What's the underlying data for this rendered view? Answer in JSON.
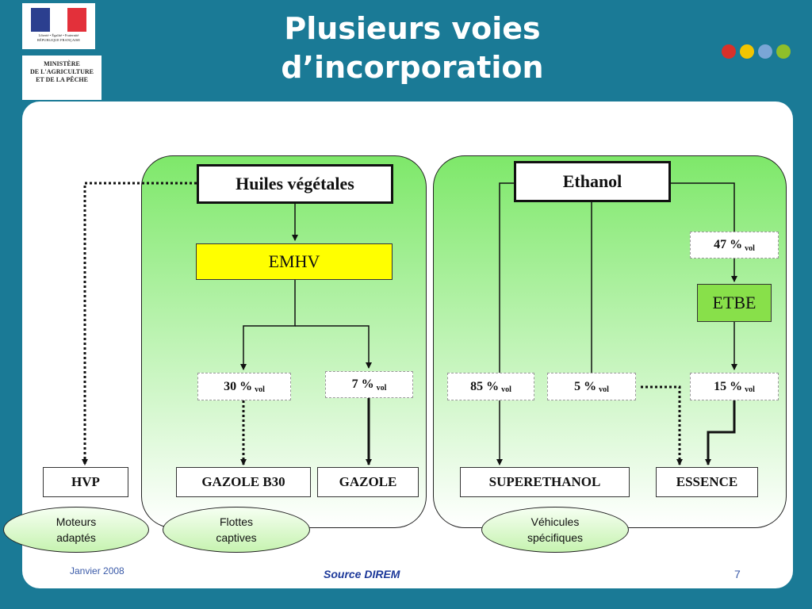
{
  "header": {
    "title": "Plusieurs voies d’incorporation",
    "logo_motto": "Liberté • Égalité • Fraternité",
    "logo_republic": "RÉPUBLIQUE FRANÇAISE",
    "ministry": "MINISTÈRE\nDE L'AGRICULTURE\nET DE LA PÊCHE",
    "dot_colors": [
      "#d9312a",
      "#f2c500",
      "#7aa6d6",
      "#8fbf2a"
    ]
  },
  "diagram": {
    "sources": {
      "huiles": "Huiles végétales",
      "ethanol": "Ethanol"
    },
    "intermediates": {
      "emhv": "EMHV",
      "etbe": "ETBE"
    },
    "ratios": {
      "etbe_in": {
        "value": "47 %",
        "unit": "vol"
      },
      "b30": {
        "value": "30 %",
        "unit": "vol"
      },
      "gazole": {
        "value": "7 %",
        "unit": "vol"
      },
      "superethanol": {
        "value": "85 %",
        "unit": "vol"
      },
      "essence_direct": {
        "value": "5 %",
        "unit": "vol"
      },
      "essence_etbe": {
        "value": "15 %",
        "unit": "vol"
      }
    },
    "outputs": {
      "hvp": "HVP",
      "gazole_b30": "GAZOLE B30",
      "gazole": "GAZOLE",
      "superethanol": "SUPERETHANOL",
      "essence": "ESSENCE"
    },
    "notes": {
      "moteurs": "Moteurs\nadaptés",
      "flottes": "Flottes\ncaptives",
      "vehicules": "Véhicules\nspécifiques"
    },
    "colors": {
      "group_fill": "#7ee86a",
      "emhv_fill": "#ffff00",
      "etbe_fill": "#88e04a"
    }
  },
  "footer": {
    "date": "Janvier 2008",
    "source": "Source DIREM",
    "page": "7"
  }
}
